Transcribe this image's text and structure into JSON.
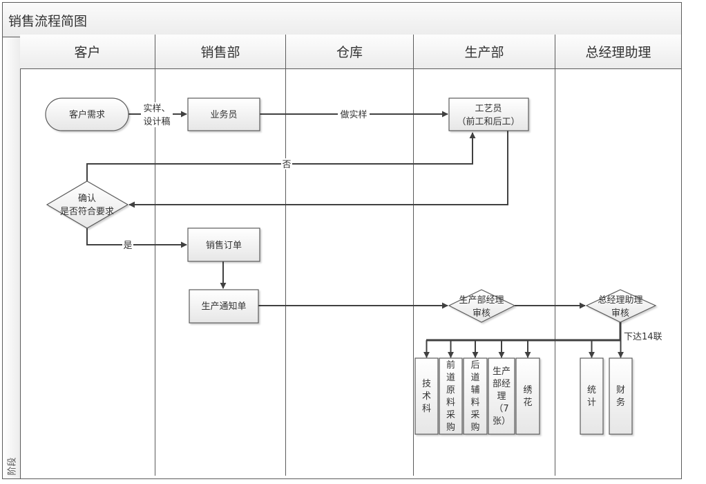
{
  "title": "销售流程简图",
  "phase_label": "阶段",
  "lanes": [
    {
      "label": "客户"
    },
    {
      "label": "销售部"
    },
    {
      "label": "仓库"
    },
    {
      "label": "生产部"
    },
    {
      "label": "总经理助理"
    }
  ],
  "nodes": {
    "customer_demand": "客户需求",
    "salesperson": "业务员",
    "craftsman_line1": "工艺员",
    "craftsman_line2": "（前工和后工）",
    "confirm_line1": "确认",
    "confirm_line2": "是否符合要求",
    "sales_order": "销售订单",
    "production_notice": "生产通知单",
    "prod_mgr_review_line1": "生产部经理",
    "prod_mgr_review_line2": "审核",
    "gm_assistant_review_line1": "总经理助理",
    "gm_assistant_review_line2": "审核",
    "recipients": [
      {
        "lines": [
          "技",
          "术",
          "科"
        ]
      },
      {
        "lines": [
          "前",
          "道",
          "原",
          "料",
          "采",
          "购"
        ]
      },
      {
        "lines": [
          "后",
          "道",
          "辅",
          "料",
          "采",
          "购"
        ]
      },
      {
        "lines": [
          "生产",
          "部经",
          "理",
          "（7",
          "张）"
        ]
      },
      {
        "lines": [
          "绣",
          "花"
        ]
      },
      {
        "lines": [
          "统",
          "计"
        ]
      },
      {
        "lines": [
          "财",
          "务"
        ]
      }
    ]
  },
  "edge_labels": {
    "sample_line1": "实样、",
    "sample_line2": "设计稿",
    "make_sample": "做实样",
    "no": "否",
    "yes": "是",
    "issue_14": "下达14联"
  },
  "colors": {
    "line": "#404040",
    "border": "#5a5a5a",
    "shape_fill_top": "#ffffff",
    "shape_fill_bottom": "#e8e8e8"
  }
}
